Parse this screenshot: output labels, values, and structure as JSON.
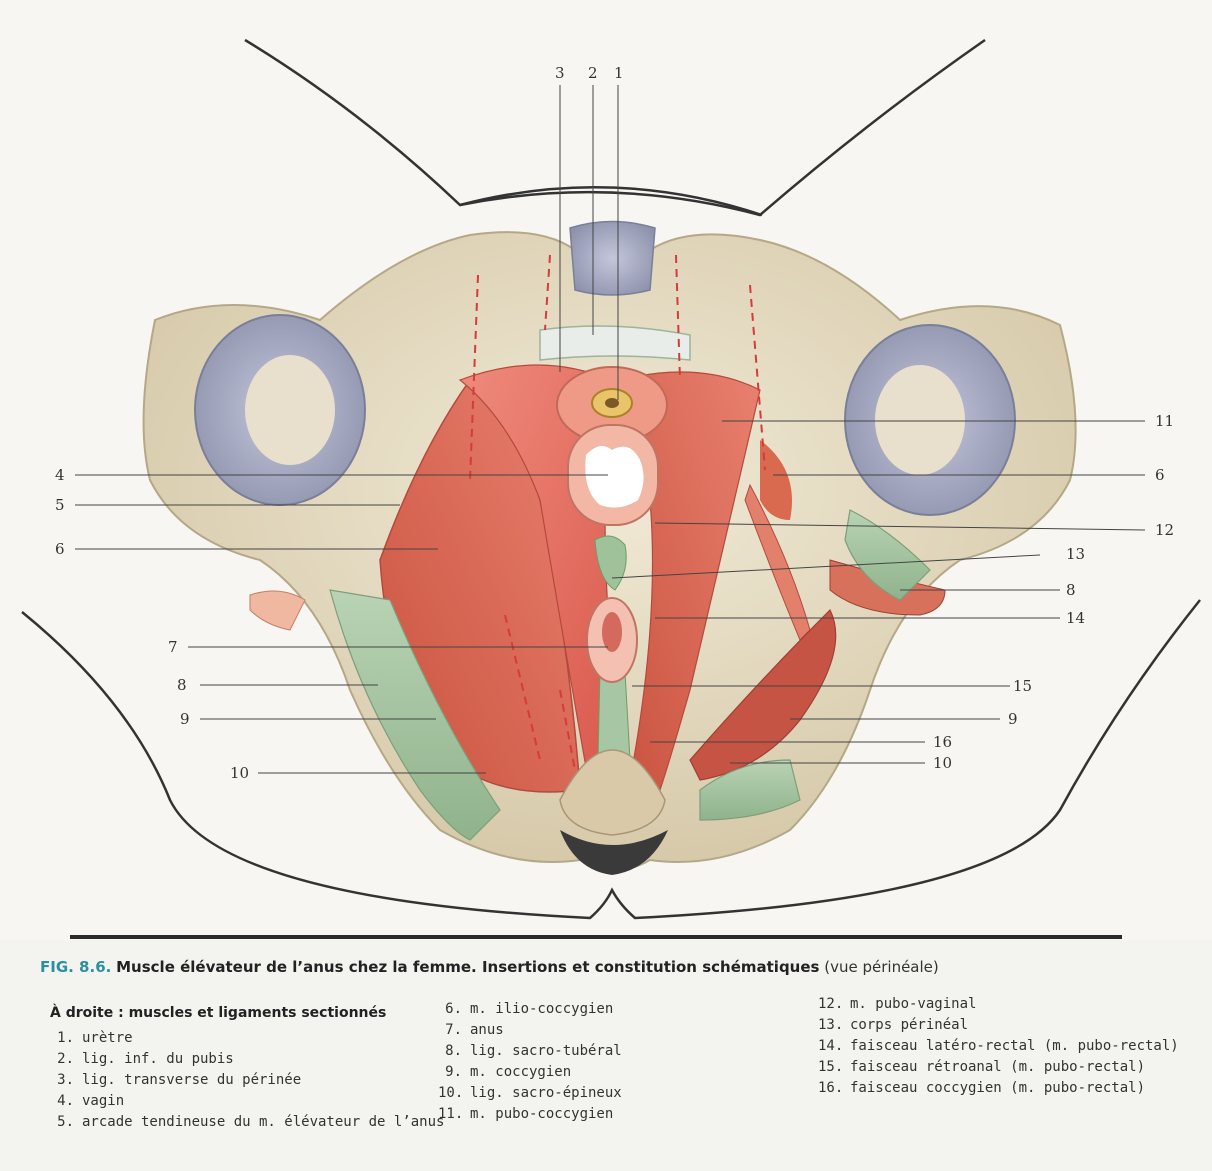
{
  "labels": {
    "l1": "1",
    "l2": "2",
    "l3": "3",
    "l4": "4",
    "l5": "5",
    "l6_left": "6",
    "l6_right": "6",
    "l7": "7",
    "l8_left": "8",
    "l8_right": "8",
    "l9_left": "9",
    "l9_right": "9",
    "l10_left": "10",
    "l10_right": "10",
    "l11": "11",
    "l12": "12",
    "l13": "13",
    "l14": "14",
    "l15": "15",
    "l16": "16"
  },
  "caption": {
    "fig_num": "FIG. 8.6.",
    "title": "Muscle élévateur de l’anus chez la femme. Insertions et constitution schématiques",
    "view": "(vue périnéale)"
  },
  "legend": {
    "heading": "À droite : muscles et ligaments sectionnés",
    "col1": [
      {
        "n": "1.",
        "t": "urètre"
      },
      {
        "n": "2.",
        "t": "lig. inf. du pubis"
      },
      {
        "n": "3.",
        "t": "lig. transverse du périnée"
      },
      {
        "n": "4.",
        "t": "vagin"
      },
      {
        "n": "5.",
        "t": "arcade tendineuse du m. élévateur de l’anus"
      }
    ],
    "col2": [
      {
        "n": "6.",
        "t": "m. ilio-coccygien"
      },
      {
        "n": "7.",
        "t": "anus"
      },
      {
        "n": "8.",
        "t": "lig. sacro-tubéral"
      },
      {
        "n": "9.",
        "t": "m. coccygien"
      },
      {
        "n": "10.",
        "t": "lig. sacro-épineux"
      },
      {
        "n": "11.",
        "t": "m. pubo-coccygien"
      }
    ],
    "col3": [
      {
        "n": "12.",
        "t": "m. pubo-vaginal"
      },
      {
        "n": "13.",
        "t": "corps périnéal"
      },
      {
        "n": "14.",
        "t": "faisceau latéro-rectal (m. pubo-rectal)"
      },
      {
        "n": "15.",
        "t": "faisceau rétroanal (m. pubo-rectal)"
      },
      {
        "n": "16.",
        "t": "faisceau coccygien (m. pubo-rectal)"
      }
    ]
  },
  "colors": {
    "bone": "#e6dcc4",
    "muscle": "#e36a5e",
    "ligament": "#a9c6a6",
    "cartilage": "#a9adc4",
    "accent": "#2a8fa3"
  }
}
